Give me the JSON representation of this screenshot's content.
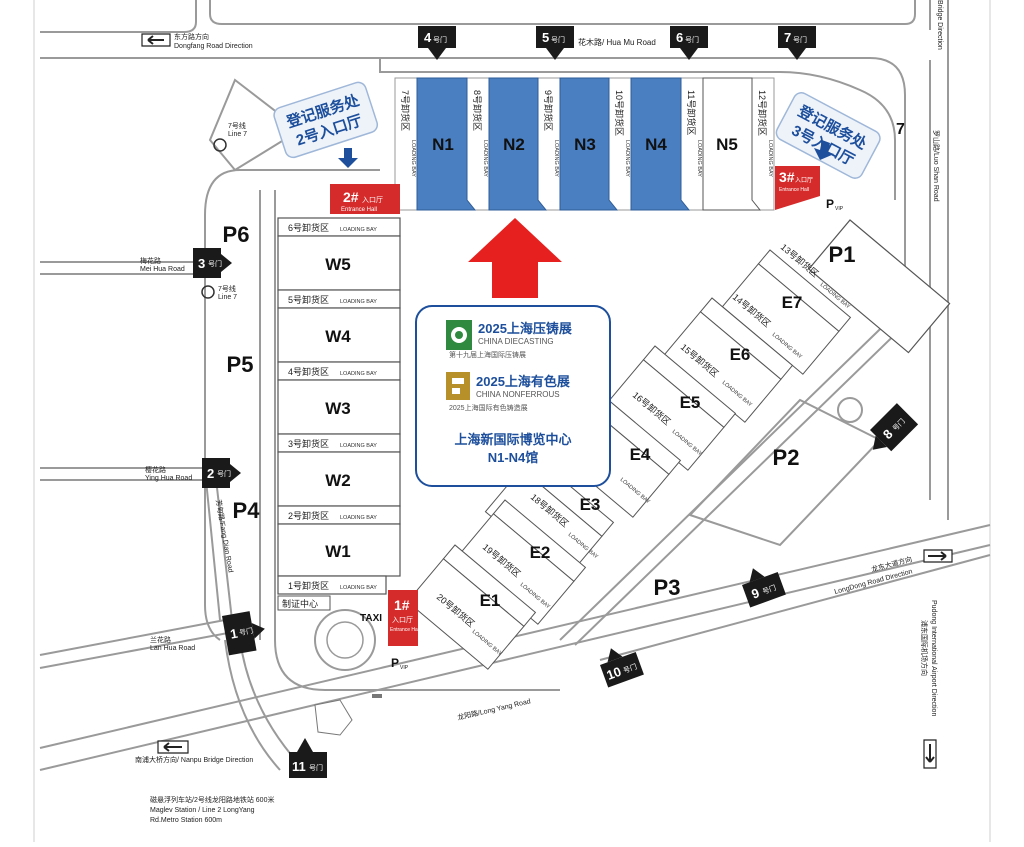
{
  "roads": {
    "hua_mu": "花木路/ Hua Mu Road",
    "dongfang": "东方路方向",
    "dongfang_en": "Dongfang Road Direction",
    "mei_hua": "梅花路",
    "mei_hua_en": "Mei Hua Road",
    "ying_hua": "樱花路",
    "ying_hua_en": "Ying Hua Road",
    "fang_dian": "芳甸路/Fang Dian Road",
    "lan_hua": "兰花路",
    "lan_hua_en": "Lan Hua Road",
    "long_yang": "龙阳路/Long Yang Road",
    "nanpu": "南浦大桥方向/ Nanpu Bridge Direction",
    "longdong": "龙东大道方向",
    "longdong_en": "LongDong Road Direction",
    "luo_shan": "罗山路/Luo Shan Road",
    "bridge": "Bridge Direction",
    "airport": "浦东国际机场方向",
    "airport_en": "Pudong International Airport Direction",
    "line7": "7号线",
    "line7_en": "Line 7",
    "line7_top": "7号线",
    "line7_top_en": "Line 7",
    "metro_cn": "磁悬浮列车站/2号线龙阳路地铁站 600米",
    "metro_en1": "Maglev Station / Line 2 LongYang",
    "metro_en2": "Rd.Metro Station 600m"
  },
  "gates": {
    "g1": "1",
    "g2": "2",
    "g3": "3",
    "g4": "4",
    "g5": "5",
    "g6": "6",
    "g7": "7",
    "g8": "8",
    "g9": "9",
    "g10": "10",
    "g11": "11",
    "suffix": "号门"
  },
  "north_halls": [
    "N1",
    "N2",
    "N3",
    "N4",
    "N5"
  ],
  "north_bays": [
    "7号卸货区",
    "8号卸货区",
    "9号卸货区",
    "10号卸货区",
    "11号卸货区",
    "12号卸货区"
  ],
  "west_halls": [
    "W5",
    "W4",
    "W3",
    "W2",
    "W1"
  ],
  "west_bays": [
    "6号卸货区",
    "5号卸货区",
    "4号卸货区",
    "3号卸货区",
    "2号卸货区",
    "1号卸货区"
  ],
  "east_halls": [
    "E7",
    "E6",
    "E5",
    "E4",
    "E3",
    "E2",
    "E1"
  ],
  "east_bays": [
    "13号卸货区",
    "14号卸货区",
    "15号卸货区",
    "16号卸货区",
    "18号卸货区",
    "19号卸货区",
    "20号卸货区"
  ],
  "loading_bay_en": "LOADING BAY",
  "parking": [
    "P1",
    "P2",
    "P3",
    "P4",
    "P5",
    "P6"
  ],
  "vip": "VIP",
  "taxi": "TAXI",
  "id_center": "制证中心",
  "entrances": {
    "e1_num": "1#",
    "e1_cn": "入口厅",
    "e1_en": "Entrance Hall",
    "e2_num": "2#",
    "e2_cn": "入口厅",
    "e2_en": "Entrance Hall",
    "e3_num": "3#",
    "e3_cn": "入口厅",
    "e3_en": "Entrance Hall"
  },
  "registration": {
    "r2_line1": "登记服务处",
    "r2_line2": "2号入口厅",
    "r3_line1": "登记服务处",
    "r3_line2": "3号入口厅"
  },
  "exhibitions": {
    "diecasting_title": "2025上海压铸展",
    "diecasting_en": "CHINA DIECASTING",
    "diecasting_sub": "第十九届上海国际压铸展",
    "nonferrous_title": "2025上海有色展",
    "nonferrous_en": "CHINA NONFERROUS",
    "nonferrous_sub": "2025上海国际有色铸造展",
    "venue": "上海新国际博览中心",
    "venue_halls": "N1-N4馆"
  },
  "colors": {
    "hall_blue": "#4a7fc1",
    "entrance_red": "#d62b2b",
    "arrow_red": "#e5201e",
    "venue_blue": "#1d4f9c",
    "diecast_green": "#2f8a3f",
    "nonferrous_gold": "#b8902a"
  }
}
